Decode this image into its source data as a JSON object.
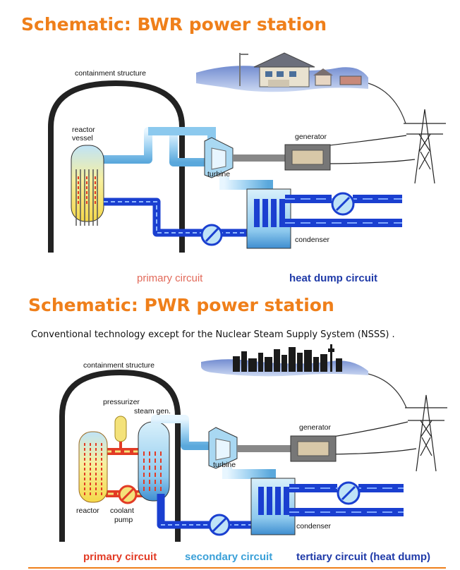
{
  "bwr": {
    "title": "Schematic: BWR power station",
    "labels": {
      "containment": "containment structure",
      "reactor_vessel_1": "reactor",
      "reactor_vessel_2": "vessel",
      "generator": "generator",
      "turbine": "turbine",
      "condenser": "condenser"
    },
    "legend": {
      "primary": "primary circuit",
      "heat_dump": "heat dump circuit"
    }
  },
  "pwr": {
    "title": "Schematic: PWR power station",
    "subtitle": "Conventional technology except for the Nuclear Steam Supply System (NSSS) .",
    "labels": {
      "containment": "containment structure",
      "pressurizer": "pressurizer",
      "steam_gen": "steam gen.",
      "generator": "generator",
      "turbine": "turbine",
      "reactor": "reactor",
      "coolant_pump_1": "coolant",
      "coolant_pump_2": "pump",
      "condenser": "condenser"
    },
    "legend": {
      "primary": "primary circuit",
      "secondary": "secondary circuit",
      "tertiary": "tertiary circuit (heat dump)"
    }
  },
  "colors": {
    "title": "#ef7f1a",
    "water_dark": "#1a3fd0",
    "water_light": "#a9d8f2",
    "primary_red": "#e23b25",
    "primary_yellow": "#f4e27a",
    "legend_secondary": "#3aa0d8",
    "legend_tertiary": "#1f3aa8"
  }
}
